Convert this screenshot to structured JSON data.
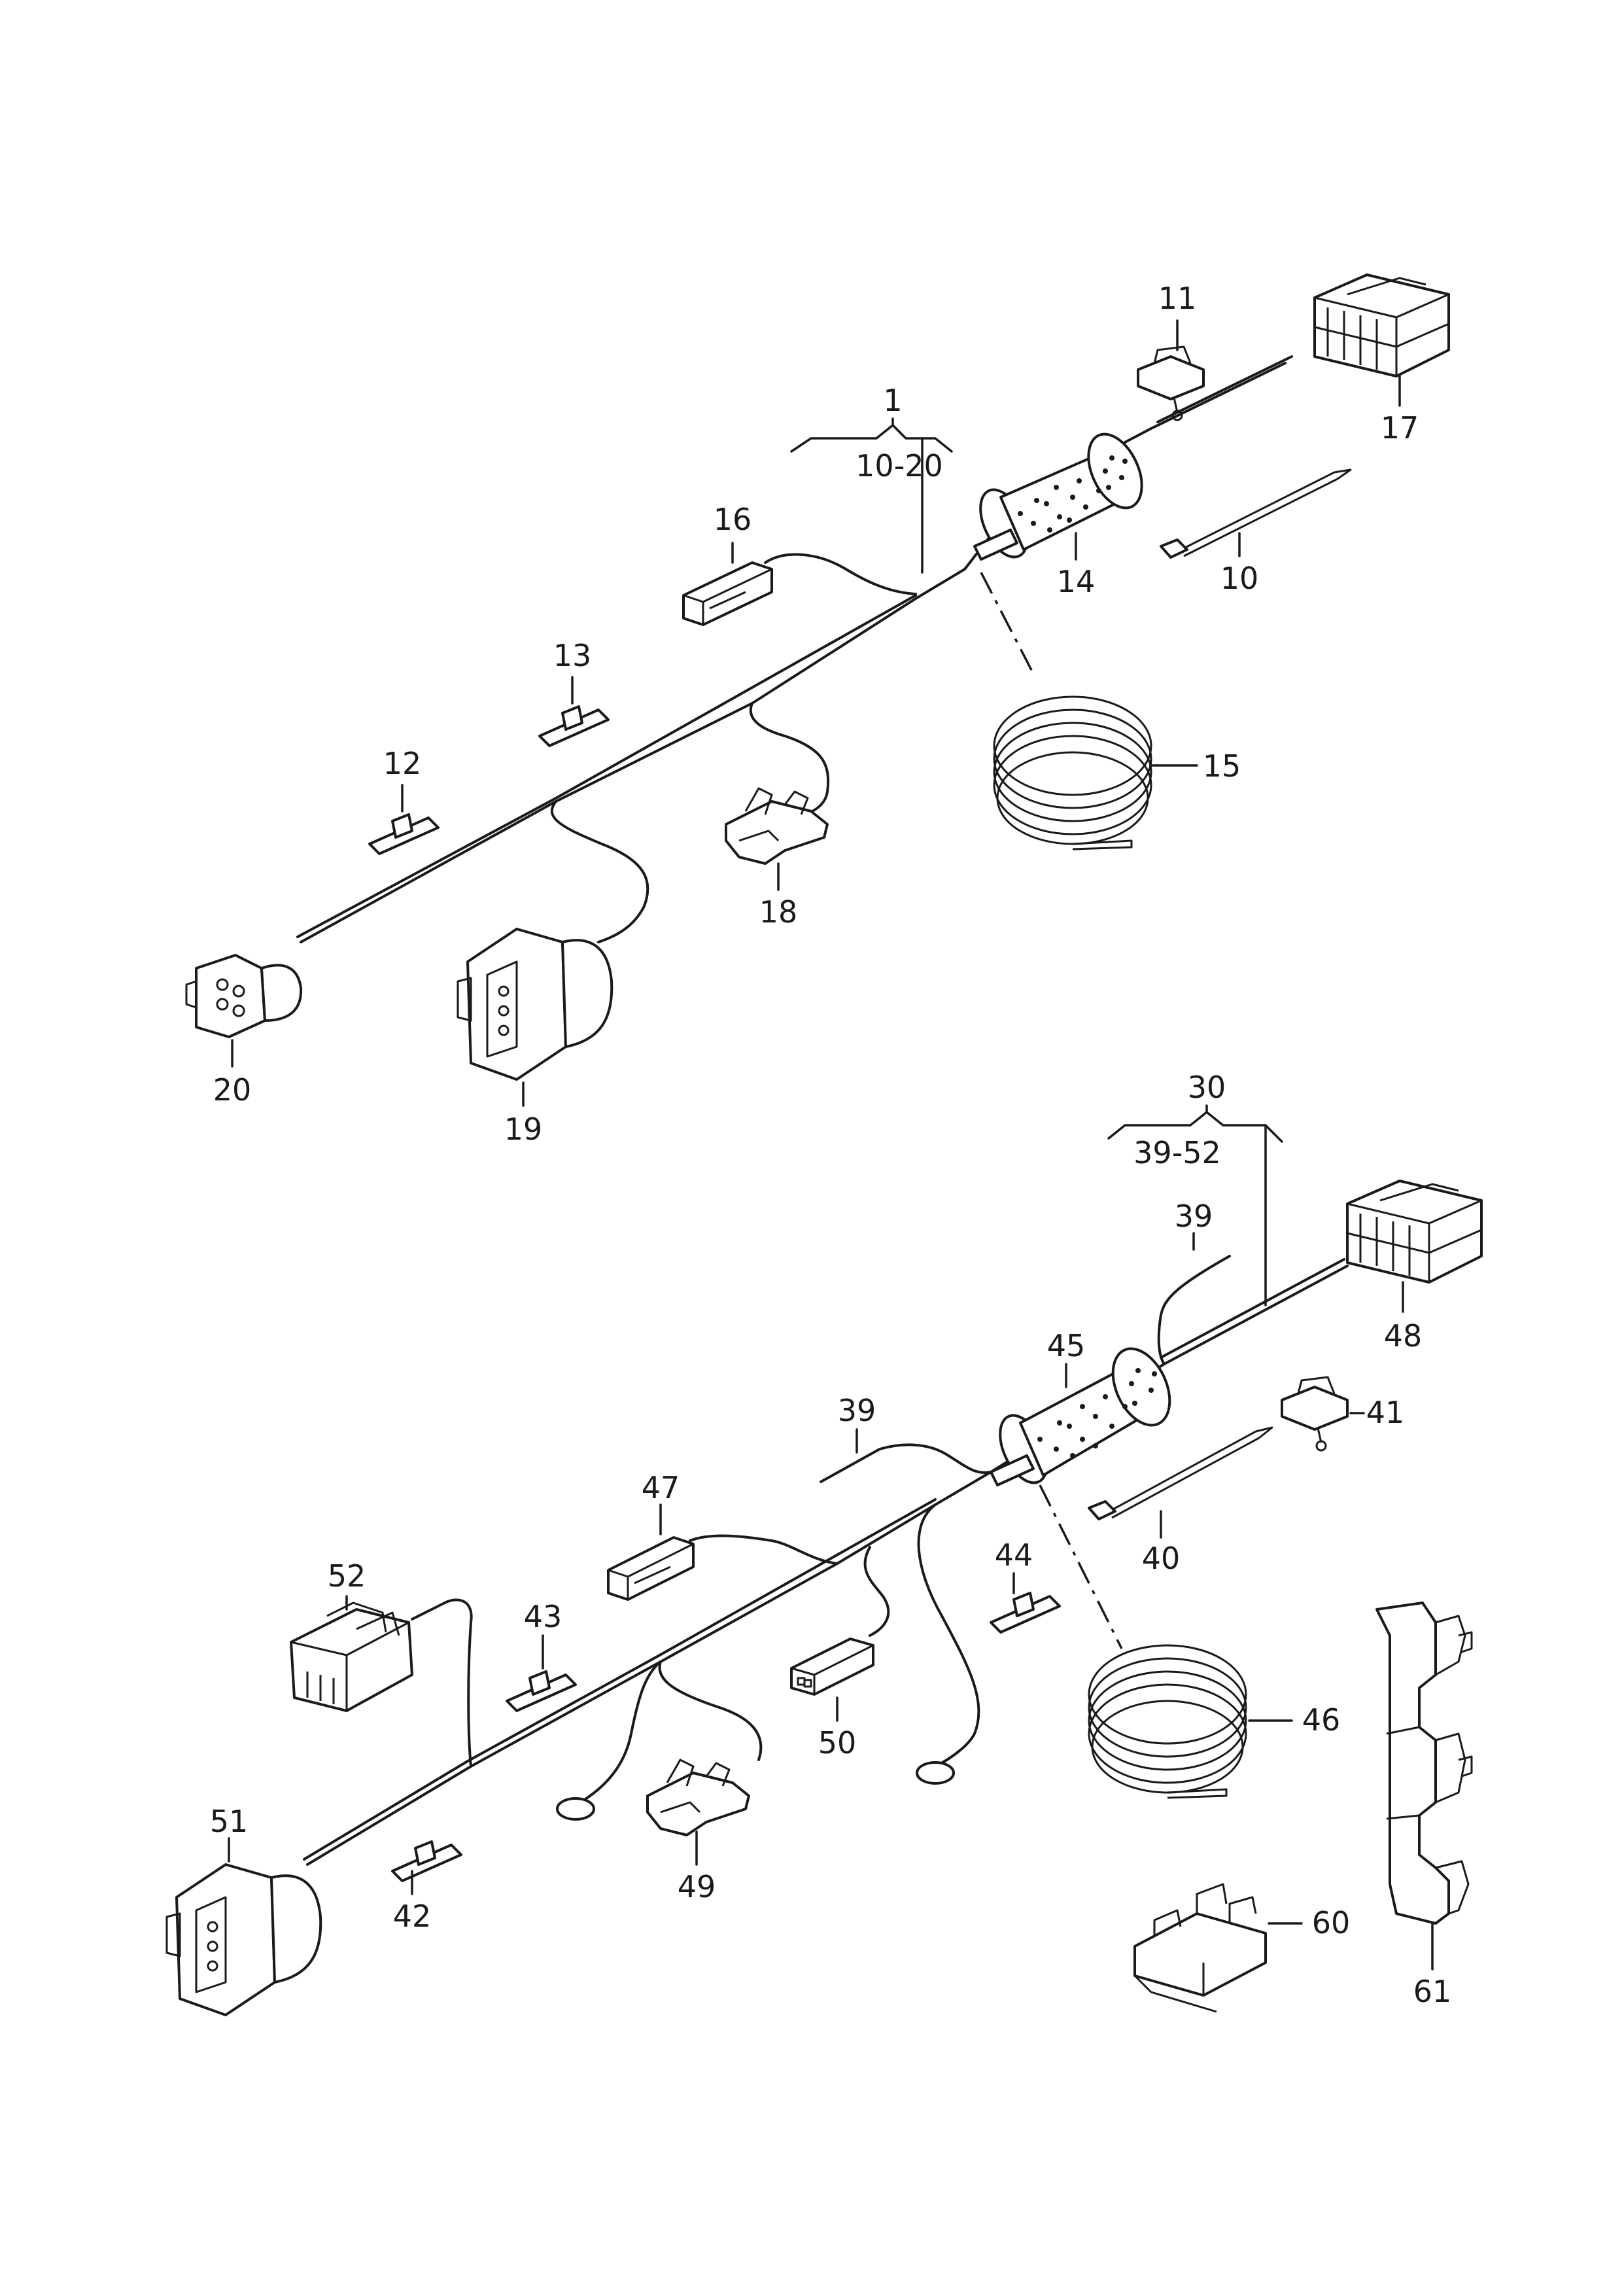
{
  "callouts": {
    "c1": "1",
    "r1": "10-20",
    "c10": "10",
    "c11": "11",
    "c12": "12",
    "c13": "13",
    "c14": "14",
    "c15": "15",
    "c16": "16",
    "c17": "17",
    "c18": "18",
    "c19": "19",
    "c20": "20",
    "c30": "30",
    "r30": "39-52",
    "c39a": "39",
    "c39b": "39",
    "c40": "40",
    "c41": "41",
    "c42": "42",
    "c43": "43",
    "c44": "44",
    "c45": "45",
    "c46": "46",
    "c47": "47",
    "c48": "48",
    "c49": "49",
    "c50": "50",
    "c51": "51",
    "c52": "52",
    "c60": "60",
    "c61": "61"
  }
}
